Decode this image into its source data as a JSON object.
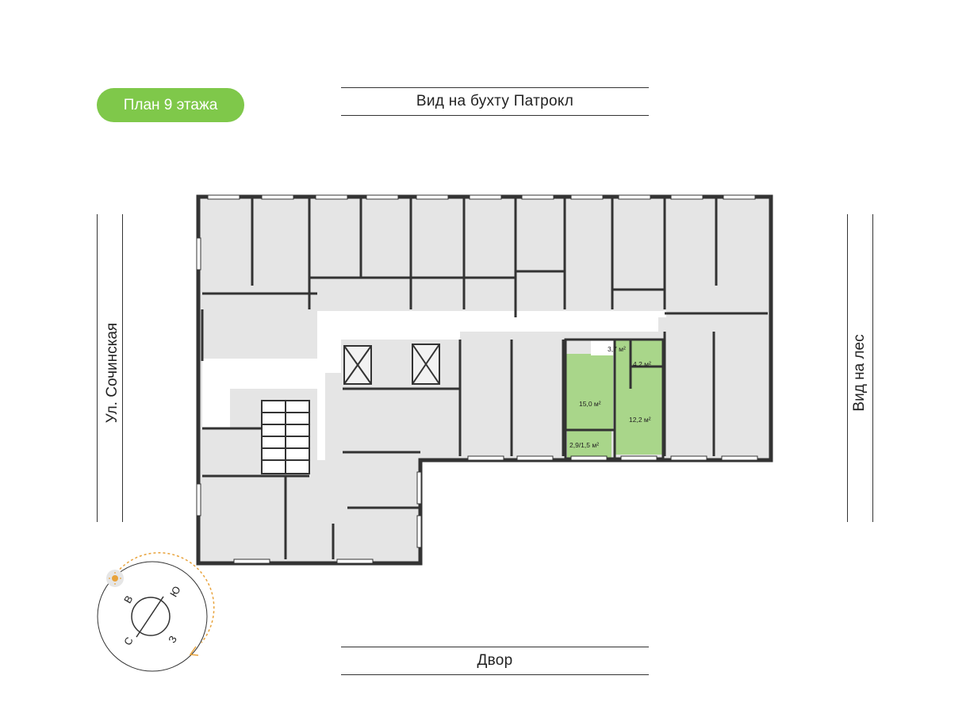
{
  "floor_badge": {
    "label": "План 9 этажа",
    "color": "#7fc84a"
  },
  "views": {
    "top": "Вид на бухту Патрокл",
    "bottom": "Двор",
    "left": "Ул. Сочинская",
    "right": "Вид на лес"
  },
  "highlight_color": "#a9d68a",
  "room_areas": {
    "hall": "3,7 м²",
    "bathroom": "4,2 м²",
    "kitchen": "15,0 м²",
    "bedroom": "12,2 м²",
    "balcony": "2,9/1,5 м²"
  },
  "compass": {
    "north": "С",
    "east": "В",
    "south": "Ю",
    "west": "З",
    "sun_icon": "sun-icon"
  }
}
